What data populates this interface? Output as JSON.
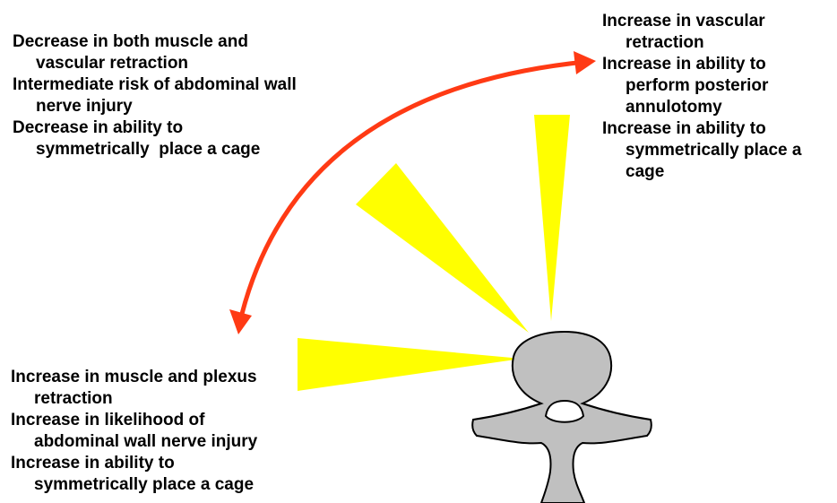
{
  "colors": {
    "beam": "#ffff00",
    "arrow": "#ff3a14",
    "vertebra_fill": "#c0c0c0",
    "vertebra_stroke": "#000000",
    "canal_fill": "#ffffff",
    "text": "#000000"
  },
  "text_blocks": {
    "top_left": [
      "Decrease in both muscle and",
      "vascular retraction",
      "Intermediate risk of abdominal wall",
      "nerve injury",
      "Decrease in ability to",
      "symmetrically  place a cage"
    ],
    "top_right": [
      "Increase in vascular",
      "retraction",
      "Increase in ability to",
      "perform posterior",
      "annulotomy",
      "Increase in ability to",
      "symmetrically place a",
      "cage"
    ],
    "bottom_left": [
      "Increase in muscle and plexus",
      "retraction",
      "Increase in likelihood of",
      "abdominal wall nerve injury",
      "Increase in ability to",
      "symmetrically place a cage"
    ]
  },
  "shapes": {
    "beams": [
      "beam-lateral",
      "beam-oblique",
      "beam-anterior"
    ],
    "arrow": "curved-double-arrow",
    "vertebra": "vertebra-axial-view"
  }
}
